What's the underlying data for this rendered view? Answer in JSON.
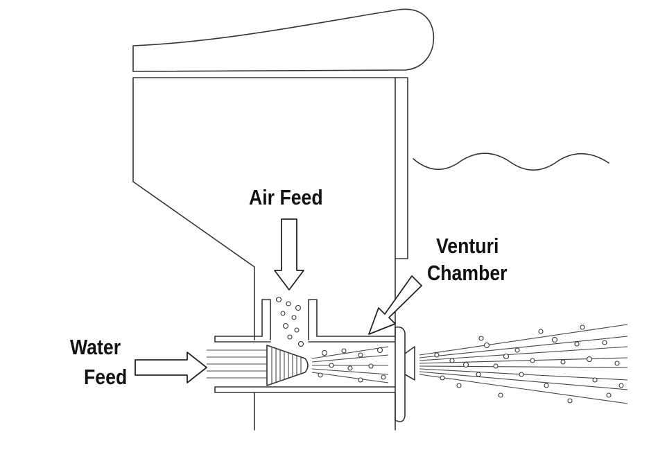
{
  "labels": {
    "air_feed": "Air Feed",
    "venturi_line1": "Venturi",
    "venturi_line2": "Chamber",
    "water_line1": "Water",
    "water_line2": "Feed"
  },
  "colors": {
    "line": "#333333",
    "text": "#111111",
    "background": "#ffffff"
  }
}
